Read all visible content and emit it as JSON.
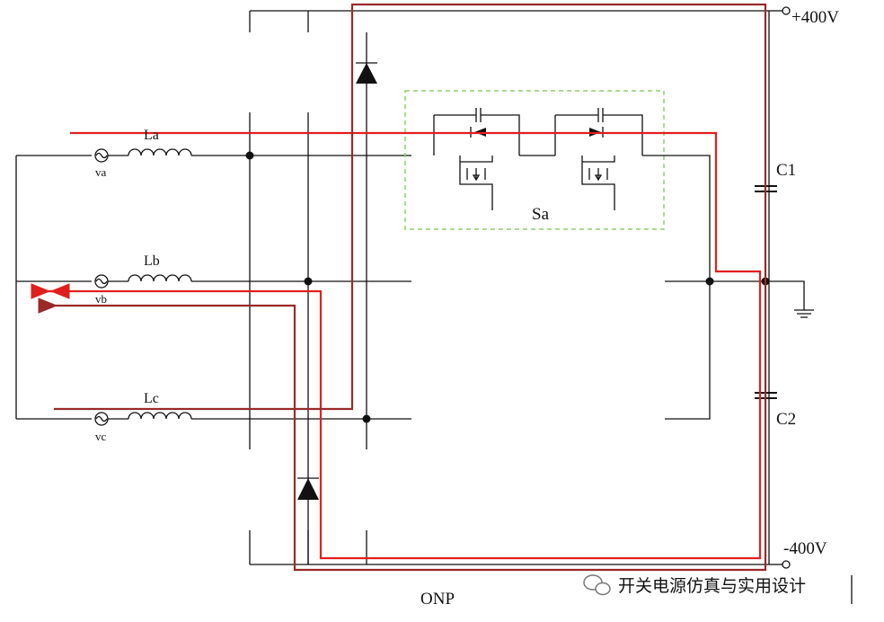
{
  "labels": {
    "va": "va",
    "vb": "vb",
    "vc": "vc",
    "La": "La",
    "Lb": "Lb",
    "Lc": "Lc",
    "Sa": "Sa",
    "C1": "C1",
    "C2": "C2",
    "pos_rail": "+400V",
    "neg_rail": "-400V",
    "title": "ONP"
  },
  "watermark": {
    "text": "开关电源仿真与实用设计",
    "icon": "wechat-icon"
  },
  "colors": {
    "wire": "#111111",
    "path_forward": "#e0201e",
    "path_return": "#9a2a2a",
    "switch_box": "#8fd16b"
  }
}
